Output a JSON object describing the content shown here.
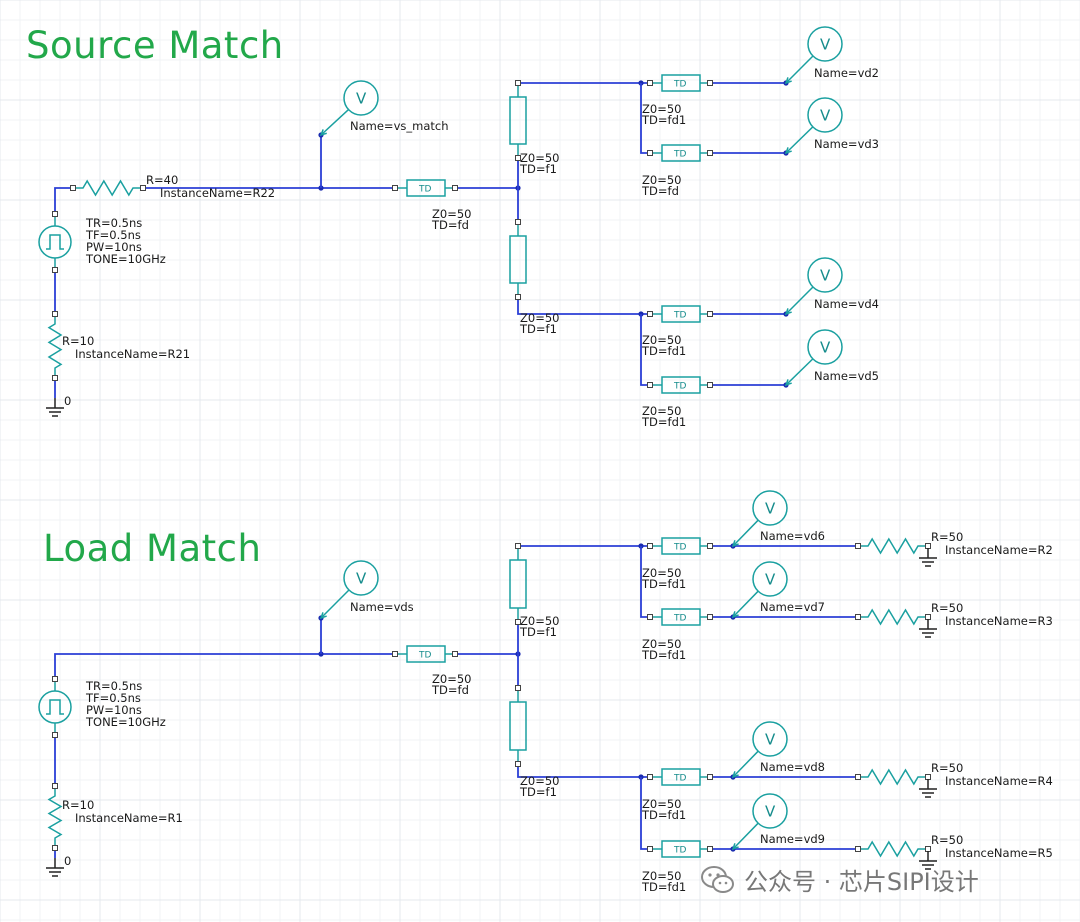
{
  "titles": {
    "source": "Source Match",
    "load": "Load Match"
  },
  "colors": {
    "title": "#22a84a",
    "wire": "#2b3fd6",
    "component": "#1aa0a0",
    "grid": "#e4e8ee"
  },
  "icons": {
    "voltmeter": "V",
    "tline": "TD",
    "source": "pulse-source-icon",
    "ground": "ground-icon",
    "watermark": "wechat-icon"
  },
  "source_circuit": {
    "source_params": [
      "TR=0.5ns",
      "TF=0.5ns",
      "PW=10ns",
      "TONE=10GHz"
    ],
    "ground_label": "0",
    "r_ground": {
      "value": "R=10",
      "name": "InstanceName=R21"
    },
    "r_series": {
      "value": "R=40",
      "name": "InstanceName=R22"
    },
    "probe_main": "Name=vs_match",
    "tl_main": [
      "Z0=50",
      "TD=fd"
    ],
    "tl_up": [
      "Z0=50",
      "TD=f1"
    ],
    "tl_down": [
      "Z0=50",
      "TD=f1"
    ],
    "tl_b1": [
      "Z0=50",
      "TD=fd1"
    ],
    "tl_b2": [
      "Z0=50",
      "TD=fd"
    ],
    "tl_b3": [
      "Z0=50",
      "TD=fd1"
    ],
    "tl_b4": [
      "Z0=50",
      "TD=fd1"
    ],
    "probes": [
      "Name=vd2",
      "Name=vd3",
      "Name=vd4",
      "Name=vd5"
    ]
  },
  "load_circuit": {
    "source_params": [
      "TR=0.5ns",
      "TF=0.5ns",
      "PW=10ns",
      "TONE=10GHz"
    ],
    "ground_label": "0",
    "r_ground": {
      "value": "R=10",
      "name": "InstanceName=R1"
    },
    "probe_main": "Name=vds",
    "tl_main": [
      "Z0=50",
      "TD=fd"
    ],
    "tl_up": [
      "Z0=50",
      "TD=f1"
    ],
    "tl_down": [
      "Z0=50",
      "TD=f1"
    ],
    "tl_b1": [
      "Z0=50",
      "TD=fd1"
    ],
    "tl_b2": [
      "Z0=50",
      "TD=fd1"
    ],
    "tl_b3": [
      "Z0=50",
      "TD=fd1"
    ],
    "tl_b4": [
      "Z0=50",
      "TD=fd1"
    ],
    "probes": [
      "Name=vd6",
      "Name=vd7",
      "Name=vd8",
      "Name=vd9"
    ],
    "loads": [
      {
        "value": "R=50",
        "name": "InstanceName=R2"
      },
      {
        "value": "R=50",
        "name": "InstanceName=R3"
      },
      {
        "value": "R=50",
        "name": "InstanceName=R4"
      },
      {
        "value": "R=50",
        "name": "InstanceName=R5"
      }
    ]
  },
  "watermark": "公众号 · 芯片SIPI设计"
}
